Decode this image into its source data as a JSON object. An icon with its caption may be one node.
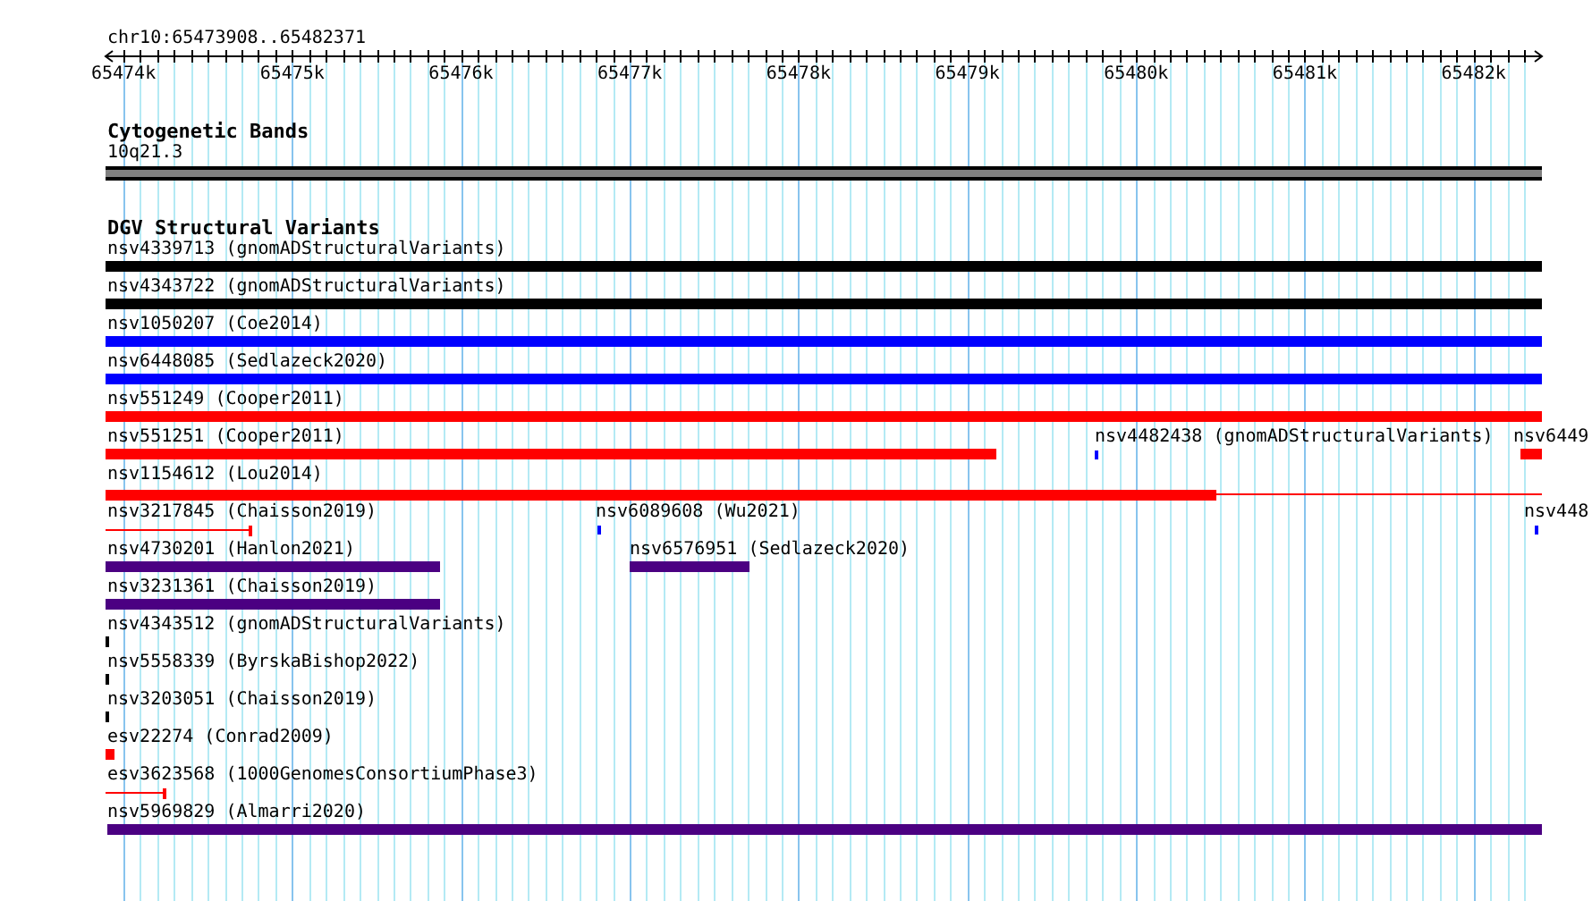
{
  "diagram": {
    "nodes": [
      {
        "text": [
          "10q21.3"
        ]
      },
      {
        "text": [
          "nsv4339713 (gnomADStructuralVariants)"
        ]
      },
      {
        "text": [
          "nsv4343722 (gnomADStructuralVariants)"
        ]
      },
      {
        "text": [
          "nsv1050207 (Coe2014)"
        ]
      },
      {
        "text": [
          "nsv6448085 (Sedlazeck2020)"
        ]
      },
      {
        "text": [
          "nsv551249 (Cooper2011)"
        ]
      },
      {
        "text": [
          "nsv551251 (Cooper2011)"
        ]
      },
      {
        "text": [
          "nsv4482438 (gnomADStructuralVariants)"
        ]
      },
      {
        "text": [
          "nsv6449"
        ]
      },
      {
        "text": [
          "nsv1154612 (Lou2014)"
        ]
      },
      {
        "text": [
          "nsv3217845 (Chaisson2019)"
        ]
      },
      {
        "text": [
          "nsv6089608 (Wu2021)"
        ]
      },
      {
        "text": [
          "nsv448"
        ]
      },
      {
        "text": [
          "nsv4730201 (Hanlon2021)"
        ]
      },
      {
        "text": [
          "nsv6576951 (Sedlazeck2020)"
        ]
      },
      {
        "text": [
          "nsv3231361 (Chaisson2019)"
        ]
      },
      {
        "text": [
          "nsv4343512 (gnomADStructuralVariants)"
        ]
      },
      {
        "text": [
          "nsv5558339 (ByrskaBishop2022)"
        ]
      },
      {
        "text": [
          "nsv3203051 (Chaisson2019)"
        ]
      },
      {
        "text": [
          "esv22274 (Conrad2009)"
        ]
      },
      {
        "text": [
          "esv3623568 (1000GenomesConsortiumPhase3)"
        ]
      },
      {
        "text": [
          "nsv5969829 (Almarri2020)"
        ]
      }
    ],
    "labels": [
      "chr10:65473908..65482371",
      "65474k",
      "65475k",
      "65476k",
      "65477k",
      "65478k",
      "65479k",
      "65480k",
      "65481k",
      "65482k",
      "Cytogenetic Bands",
      "DGV Structural Variants"
    ]
  }
}
